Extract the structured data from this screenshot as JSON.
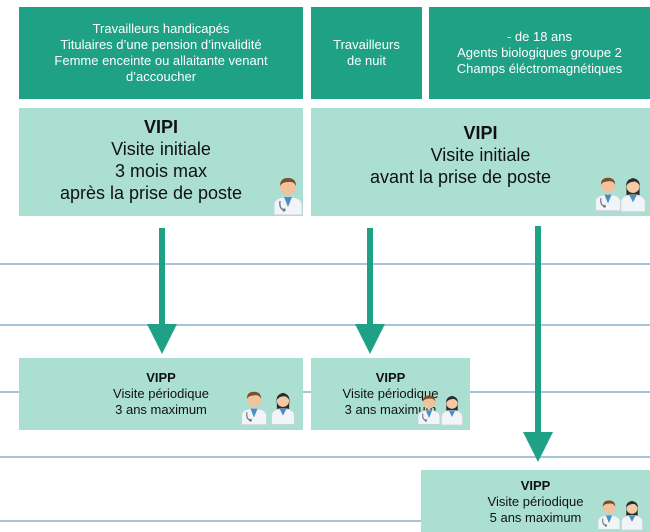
{
  "headers": [
    {
      "lines": [
        "Travailleurs handicapés",
        "Titulaires d’une pension d’invalidité",
        "Femme enceinte ou allaitante venant",
        "d’accoucher"
      ]
    },
    {
      "lines": [
        "Travailleurs",
        "de nuit"
      ]
    },
    {
      "lines": [
        "- de 18 ans",
        "Agents biologiques groupe 2",
        "Champs éléctromagnétiques"
      ]
    }
  ],
  "vipi_left": {
    "title": "VIPI",
    "lines": [
      "Visite initiale",
      "3 mois max",
      "après la prise de poste"
    ]
  },
  "vipi_right": {
    "title": "VIPI",
    "lines": [
      "Visite initiale",
      "avant la prise de poste"
    ]
  },
  "vipp_left": {
    "title": "VIPP",
    "lines": [
      "Visite périodique",
      "3 ans maximum"
    ]
  },
  "vipp_middle": {
    "title": "VIPP",
    "lines": [
      "Visite périodique",
      "3 ans maximum"
    ]
  },
  "vipp_right": {
    "title": "VIPP",
    "lines": [
      "Visite périodique",
      "5 ans maximum"
    ]
  },
  "icons": [
    "male-doctor-icon",
    "female-doctor-icon",
    "arrow-down-icon"
  ],
  "colors": {
    "header_bg": "#1ea184",
    "box_bg": "#abdfd1",
    "arrow": "#1ea184",
    "timeline": "#a6c6d8"
  }
}
